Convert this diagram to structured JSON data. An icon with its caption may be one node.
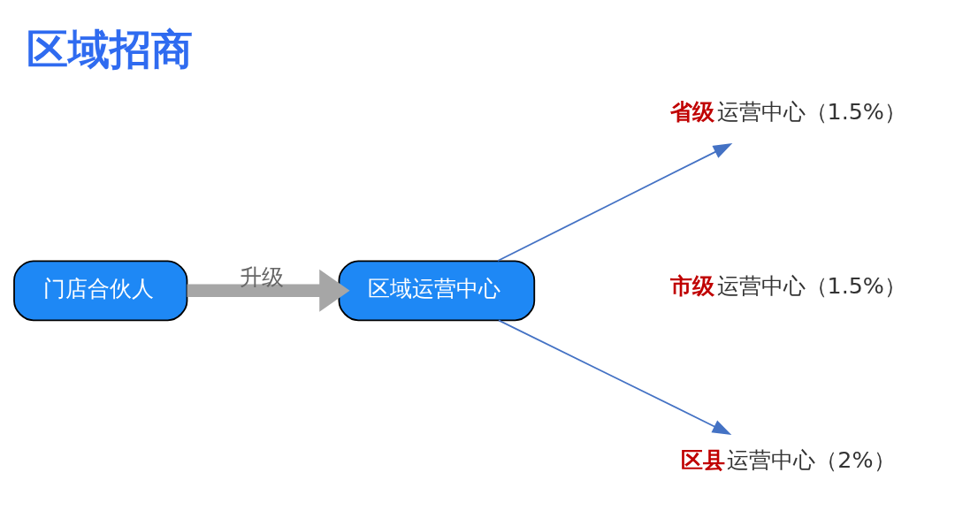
{
  "diagram": {
    "title": "区域招商",
    "nodes": [
      {
        "text": [
          "门店合伙人"
        ]
      },
      {
        "text": [
          "区域运营中心"
        ]
      },
      {
        "text": [
          "**省级**运营中心（1.5%）"
        ]
      },
      {
        "text": [
          "**市级**运营中心（1.5%）"
        ]
      },
      {
        "text": [
          "**区县**运营中心（2%）"
        ]
      }
    ],
    "edges": [
      {
        "from": 0,
        "to": 1,
        "arrow": "to",
        "label": "升级",
        "style": "thick",
        "color": "#a6a6a6"
      },
      {
        "from": 1,
        "to": 2,
        "arrow": "to"
      },
      {
        "from": 1,
        "to": 4,
        "arrow": "to"
      }
    ]
  }
}
